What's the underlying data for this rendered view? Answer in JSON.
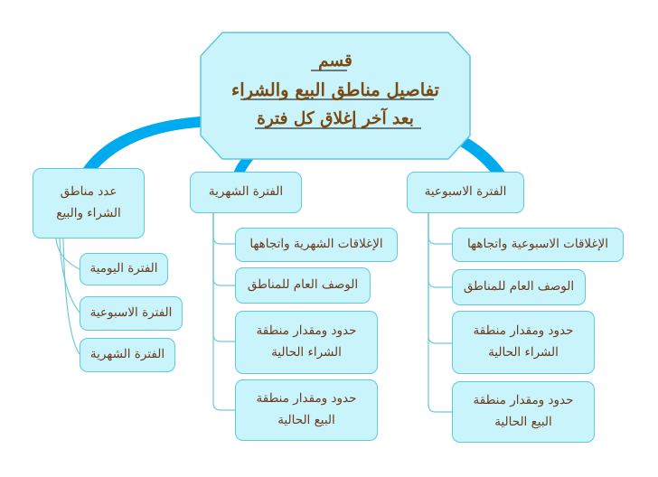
{
  "central": {
    "lines": [
      "قسم",
      "تفاصيل مناطق البيع والشراء",
      "بعد آخر إغلاق كل فترة"
    ]
  },
  "branches": [
    {
      "label_lines": [
        "الفترة الاسبوعية"
      ],
      "children": [
        {
          "lines": [
            "الإغلاقات الاسبوعية واتجاهها"
          ]
        },
        {
          "lines": [
            "الوصف العام للمناطق"
          ]
        },
        {
          "lines": [
            "حدود ومقدار منطقة",
            "الشراء الحالية"
          ]
        },
        {
          "lines": [
            "حدود ومقدار منطقة",
            "البيع الحالية"
          ]
        }
      ]
    },
    {
      "label_lines": [
        "الفترة الشهرية"
      ],
      "children": [
        {
          "lines": [
            "الإغلاقات الشهرية واتجاهها"
          ]
        },
        {
          "lines": [
            "الوصف العام للمناطق"
          ]
        },
        {
          "lines": [
            "حدود ومقدار منطقة",
            "الشراء الحالية"
          ]
        },
        {
          "lines": [
            "حدود ومقدار منطقة",
            "البيع الحالية"
          ]
        }
      ]
    },
    {
      "label_lines": [
        "عدد مناطق",
        "الشراء والبيع"
      ],
      "children": [
        {
          "lines": [
            "الفترة اليومية"
          ]
        },
        {
          "lines": [
            "الفترة الاسبوعية"
          ]
        },
        {
          "lines": [
            "الفترة الشهرية"
          ]
        }
      ]
    }
  ],
  "colors": {
    "node_fill": "#c9f4fb",
    "node_border": "#5fc8dc",
    "branch_connector": "#00aaee",
    "child_connector": "#6cc9dc",
    "node_text": "#6b3a1a",
    "title_text": "#7a4a12",
    "title_underline": "#333333"
  }
}
